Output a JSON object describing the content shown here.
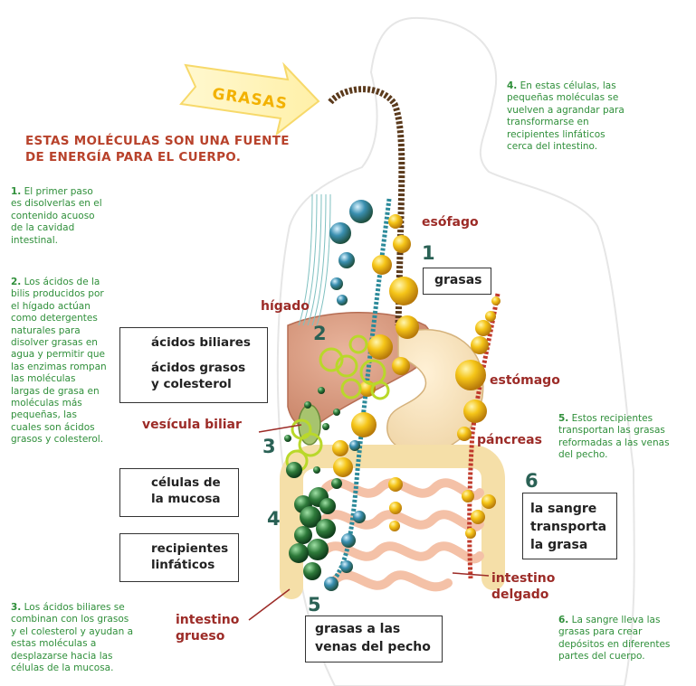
{
  "heading": "ESTAS MOLÉCULAS SON UNA FUENTE\nDE ENERGÍA PARA EL CUERPO.",
  "arrow_label": "GRASAS",
  "notes": {
    "n1": {
      "num": "1.",
      "text": " El primer paso\nes disolverlas en el\ncontenido acuoso\nde la cavidad\nintestinal."
    },
    "n2": {
      "num": "2.",
      "text": " Los ácidos de la\nbilis producidos por\nel hígado actúan\ncomo detergentes\nnaturales para\ndisolver grasas en\nagua y permitir que\nlas enzimas rompan\nlas moléculas\nlargas de grasa en\nmoléculas más\npequeñas, las\ncuales son ácidos\ngrasos y colesterol."
    },
    "n3": {
      "num": "3.",
      "text": " Los ácidos biliares se\ncombinan con los grasos\ny el colesterol y ayudan a\nestas moléculas a\ndesplazarse hacia las\ncélulas de la mucosa."
    },
    "n4": {
      "num": "4.",
      "text": " En estas células, las\npequeñas moléculas se\nvuelven a agrandar para\ntransformarse en\nrecipientes linfáticos\ncerca del intestino."
    },
    "n5": {
      "num": "5.",
      "text": " Estos recipientes\ntransportan las grasas\nreformadas a las venas\ndel pecho."
    },
    "n6": {
      "num": "6.",
      "text": " La sangre lleva las\ngrasas para crear\ndepósitos en diferentes\npartes del cuerpo."
    }
  },
  "organs": {
    "esofago": "esófago",
    "higado": "hígado",
    "estomago": "estómago",
    "vesicula": "vesícula biliar",
    "pancreas": "páncreas",
    "intestino_grueso": "intestino\ngrueso",
    "intestino_delgado": "intestino\ndelgado"
  },
  "steps": {
    "s1": "1",
    "s2": "2",
    "s3": "3",
    "s4": "4",
    "s5": "5",
    "s6": "6"
  },
  "boxes": {
    "grasas": "grasas",
    "sangre": "la sangre\ntransporta\nla grasa",
    "venas": "grasas a las\nvenas del pecho"
  },
  "legend": {
    "acidos_biliares": "ácidos biliares",
    "acidos_grasos": "ácidos grasos\ny colesterol",
    "celulas_mucosa": "células de\nla mucosa",
    "recipientes": "recipientes\nlinfáticos"
  },
  "colors": {
    "note_green": "#2f8f3a",
    "label_red": "#9c2b27",
    "heading_red": "#b8422b",
    "step_teal": "#2a6155",
    "fat_yellow": "#f2b100",
    "mucosa_green": "#2e7a3a",
    "lymph_blue": "#3a8fb0"
  }
}
